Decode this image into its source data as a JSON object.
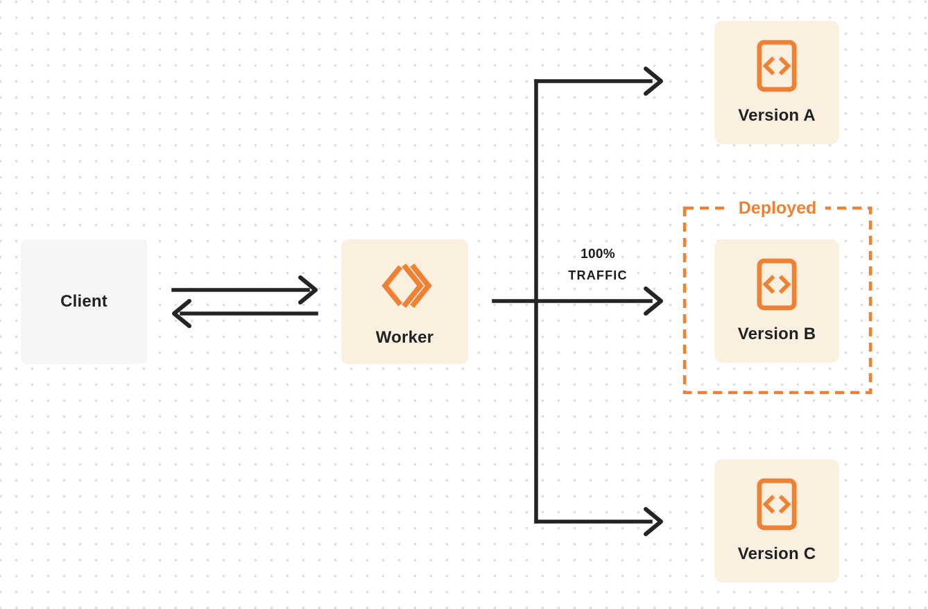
{
  "nodes": {
    "client": {
      "label": "Client"
    },
    "worker": {
      "label": "Worker",
      "icon": "worker-chevrons-icon"
    },
    "version_a": {
      "label": "Version A",
      "icon": "code-file-icon"
    },
    "version_b": {
      "label": "Version B",
      "icon": "code-file-icon"
    },
    "version_c": {
      "label": "Version C",
      "icon": "code-file-icon"
    }
  },
  "annotations": {
    "deployed_label": "Deployed",
    "traffic_line1": "100%",
    "traffic_line2": "TRAFFIC"
  },
  "edges": [
    {
      "from": "client",
      "to": "worker",
      "style": "arrow-right"
    },
    {
      "from": "worker",
      "to": "client",
      "style": "arrow-left"
    },
    {
      "from": "worker",
      "to": "version_a",
      "style": "elbow-arrow"
    },
    {
      "from": "worker",
      "to": "version_b",
      "style": "straight-arrow",
      "label": "100% TRAFFIC"
    },
    {
      "from": "worker",
      "to": "version_c",
      "style": "elbow-arrow"
    }
  ],
  "deployed_highlight": {
    "around": "version_b",
    "border": "dashed"
  },
  "colors": {
    "accent_orange": "#ee8133",
    "node_cream_bg": "#fbf0df",
    "client_gray_bg": "#f6f6f7",
    "arrow_dark": "#242424",
    "label_dark": "#1f2124",
    "dot_grid_gray": "#dcdcdc",
    "page_bg": "#ffffff"
  }
}
